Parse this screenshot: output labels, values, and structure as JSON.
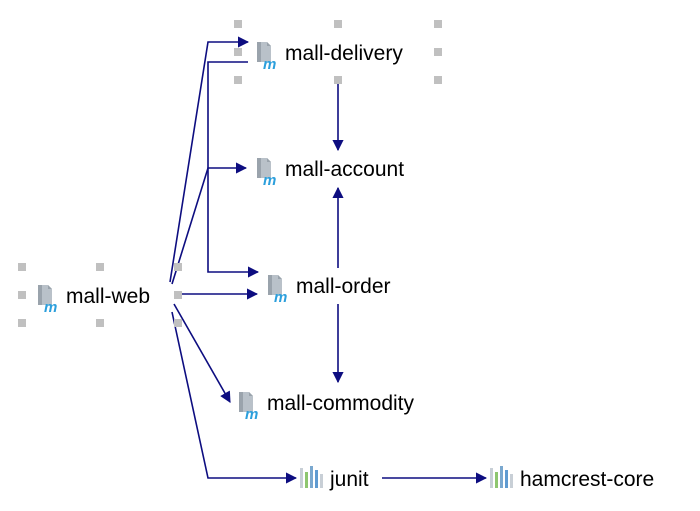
{
  "diagram": {
    "colors": {
      "edge": "#0d0d80",
      "handle": "#c0c0c0",
      "module_icon_body": "#b9c1c9",
      "module_icon_letter": "#2c9fdc",
      "lib_bar_1": "#7aa8cf",
      "lib_bar_2": "#8ec66f",
      "lib_bar_3": "#5f9bd1",
      "lib_bar_4": "#c8cfd6",
      "text": "#000000"
    },
    "nodes": [
      {
        "id": "mall-delivery",
        "label": "mall-delivery",
        "kind": "module",
        "icon": "maven-module-icon",
        "selected": true
      },
      {
        "id": "mall-account",
        "label": "mall-account",
        "kind": "module",
        "icon": "maven-module-icon",
        "selected": false
      },
      {
        "id": "mall-web",
        "label": "mall-web",
        "kind": "module",
        "icon": "maven-module-icon",
        "selected": true
      },
      {
        "id": "mall-order",
        "label": "mall-order",
        "kind": "module",
        "icon": "maven-module-icon",
        "selected": false
      },
      {
        "id": "mall-commodity",
        "label": "mall-commodity",
        "kind": "module",
        "icon": "maven-module-icon",
        "selected": false
      },
      {
        "id": "junit",
        "label": "junit",
        "kind": "library",
        "icon": "library-icon",
        "selected": false
      },
      {
        "id": "hamcrest-core",
        "label": "hamcrest-core",
        "kind": "library",
        "icon": "library-icon",
        "selected": false
      }
    ],
    "edges": [
      {
        "from": "mall-web",
        "to": "mall-delivery"
      },
      {
        "from": "mall-web",
        "to": "mall-account"
      },
      {
        "from": "mall-web",
        "to": "mall-order"
      },
      {
        "from": "mall-web",
        "to": "mall-commodity"
      },
      {
        "from": "mall-web",
        "to": "junit"
      },
      {
        "from": "mall-delivery",
        "to": "mall-account"
      },
      {
        "from": "mall-order",
        "to": "mall-account"
      },
      {
        "from": "mall-order",
        "to": "mall-commodity"
      },
      {
        "from": "junit",
        "to": "hamcrest-core"
      }
    ]
  }
}
